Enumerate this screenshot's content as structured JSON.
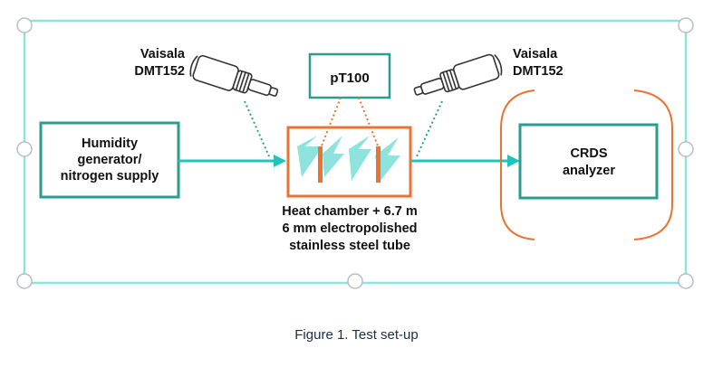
{
  "diagram": {
    "left_box": {
      "lines": [
        "Humidity",
        "generator/",
        "nitrogen supply"
      ]
    },
    "right_box": {
      "lines": [
        "CRDS",
        "analyzer"
      ]
    },
    "probe_left_label": [
      "Vaisala",
      "DMT152"
    ],
    "probe_right_label": [
      "Vaisala",
      "DMT152"
    ],
    "pt100_label": "pT100",
    "chamber_caption": [
      "Heat chamber + 6.7 m",
      "6 mm electropolished",
      "stainless steel tube"
    ]
  },
  "caption": "Figure 1. Test set-up",
  "colors": {
    "teal": "#2a9d8f",
    "bright_teal": "#21c4bb",
    "selection": "#8ee3dd",
    "orange": "#e87333",
    "handle": "#b8bec4"
  }
}
